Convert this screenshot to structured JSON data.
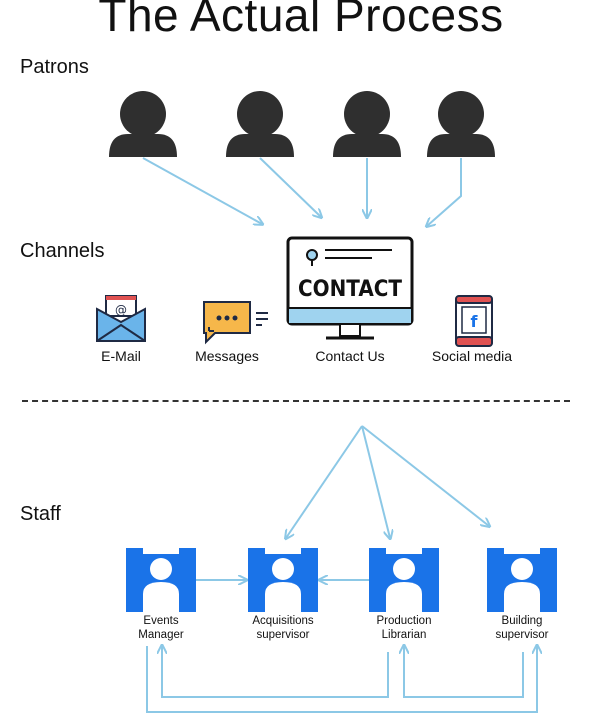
{
  "title": "The Actual Process",
  "sections": {
    "patrons": "Patrons",
    "channels": "Channels",
    "staff": "Staff"
  },
  "contact_screen_text": "CONTACT",
  "channels": [
    {
      "label": "E-Mail",
      "icon": "envelope-icon"
    },
    {
      "label": "Messages",
      "icon": "speech-bubble-icon"
    },
    {
      "label": "Contact Us",
      "icon": "monitor-contact-icon"
    },
    {
      "label": "Social media",
      "icon": "phone-facebook-icon"
    }
  ],
  "staff": [
    {
      "line1": "Events",
      "line2": "Manager"
    },
    {
      "line1": "Acquisitions",
      "line2": "supervisor"
    },
    {
      "line1": "Production",
      "line2": "Librarian"
    },
    {
      "line1": "Building",
      "line2": "supervisor"
    }
  ],
  "colors": {
    "arrow": "#8cc8e6",
    "person": "#2f2f2f",
    "staff_blue": "#1a73e8",
    "divider": "#333333"
  }
}
